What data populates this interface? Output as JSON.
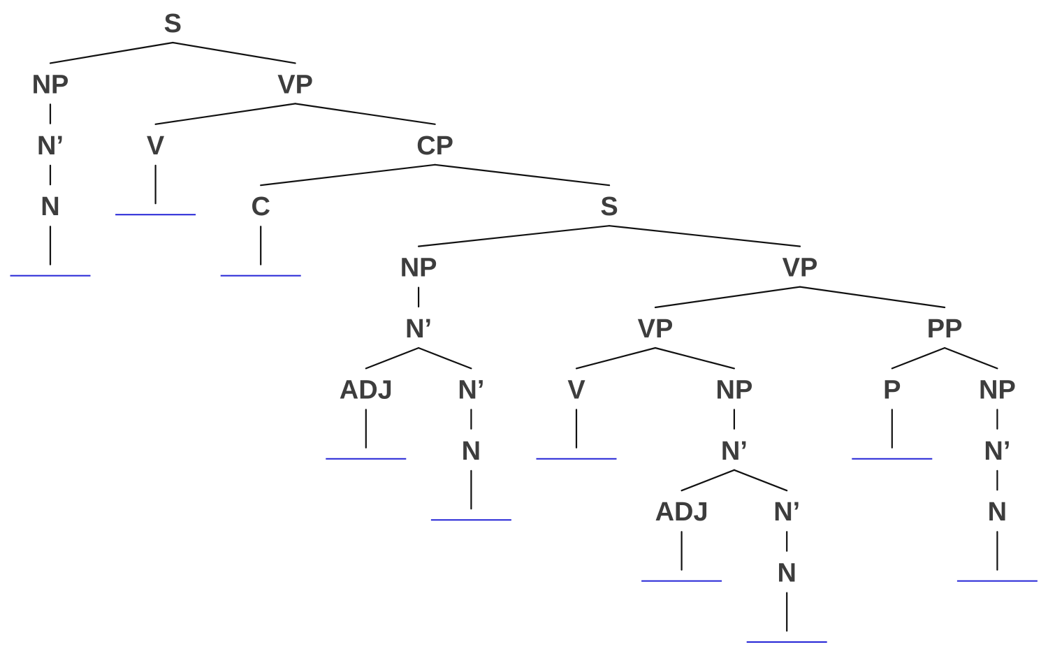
{
  "colors": {
    "label": "#3d3d3d",
    "branch": "#111111",
    "blank": "#2424d6",
    "background": "#ffffff"
  },
  "tree": {
    "label": "S",
    "children": [
      {
        "label": "NP",
        "children": [
          {
            "label": "N’",
            "children": [
              {
                "label": "N",
                "blank": true
              }
            ]
          }
        ]
      },
      {
        "label": "VP",
        "children": [
          {
            "label": "V",
            "blank": true
          },
          {
            "label": "CP",
            "children": [
              {
                "label": "C",
                "blank": true
              },
              {
                "label": "S",
                "children": [
                  {
                    "label": "NP",
                    "children": [
                      {
                        "label": "N’",
                        "children": [
                          {
                            "label": "ADJ",
                            "blank": true
                          },
                          {
                            "label": "N’",
                            "children": [
                              {
                                "label": "N",
                                "blank": true
                              }
                            ]
                          }
                        ]
                      }
                    ]
                  },
                  {
                    "label": "VP",
                    "children": [
                      {
                        "label": "VP",
                        "children": [
                          {
                            "label": "V",
                            "blank": true
                          },
                          {
                            "label": "NP",
                            "children": [
                              {
                                "label": "N’",
                                "children": [
                                  {
                                    "label": "ADJ",
                                    "blank": true
                                  },
                                  {
                                    "label": "N’",
                                    "children": [
                                      {
                                        "label": "N",
                                        "blank": true
                                      }
                                    ]
                                  }
                                ]
                              }
                            ]
                          }
                        ]
                      },
                      {
                        "label": "PP",
                        "children": [
                          {
                            "label": "P",
                            "blank": true
                          },
                          {
                            "label": "NP",
                            "children": [
                              {
                                "label": "N’",
                                "children": [
                                  {
                                    "label": "N",
                                    "blank": true
                                  }
                                ]
                              }
                            ]
                          }
                        ]
                      }
                    ]
                  }
                ]
              }
            ]
          }
        ]
      }
    ]
  }
}
